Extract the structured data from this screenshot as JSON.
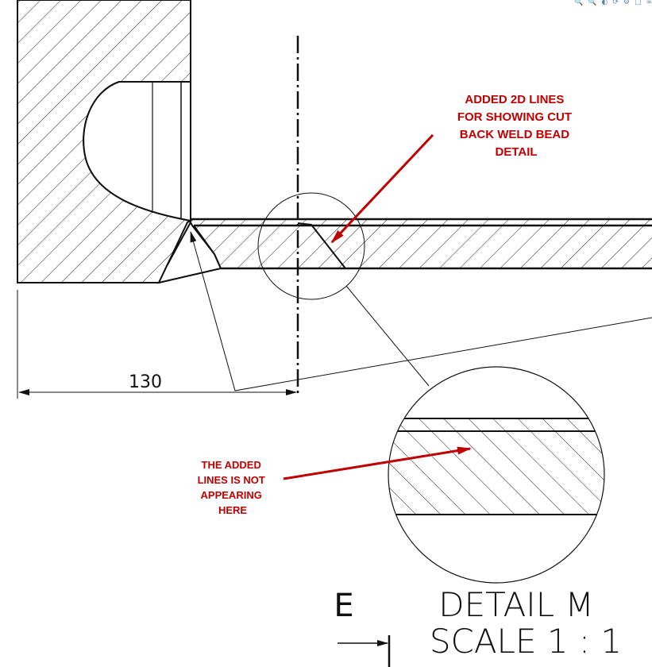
{
  "toolbar": {
    "icons": [
      "zoom-in-icon",
      "zoom-out-icon",
      "rotate-icon",
      "refresh-icon",
      "view-orientation-icon",
      "display-style-icon",
      "appearance-icon"
    ],
    "glyphs": [
      "🔍",
      "🔍",
      "◐",
      "⟳",
      "⚙",
      "▢",
      "∞"
    ]
  },
  "annotations": {
    "top_note": [
      "ADDED 2D LINES",
      "FOR SHOWING CUT",
      "BACK WELD BEAD",
      "DETAIL"
    ],
    "bottom_note": [
      "THE ADDED",
      "LINES IS NOT",
      "APPEARING",
      "HERE"
    ],
    "note_color": "#c00000"
  },
  "drawing": {
    "dimension": "130",
    "section_label": "E",
    "detail_title": "DETAIL M",
    "detail_scale": "SCALE 1 : 1"
  }
}
